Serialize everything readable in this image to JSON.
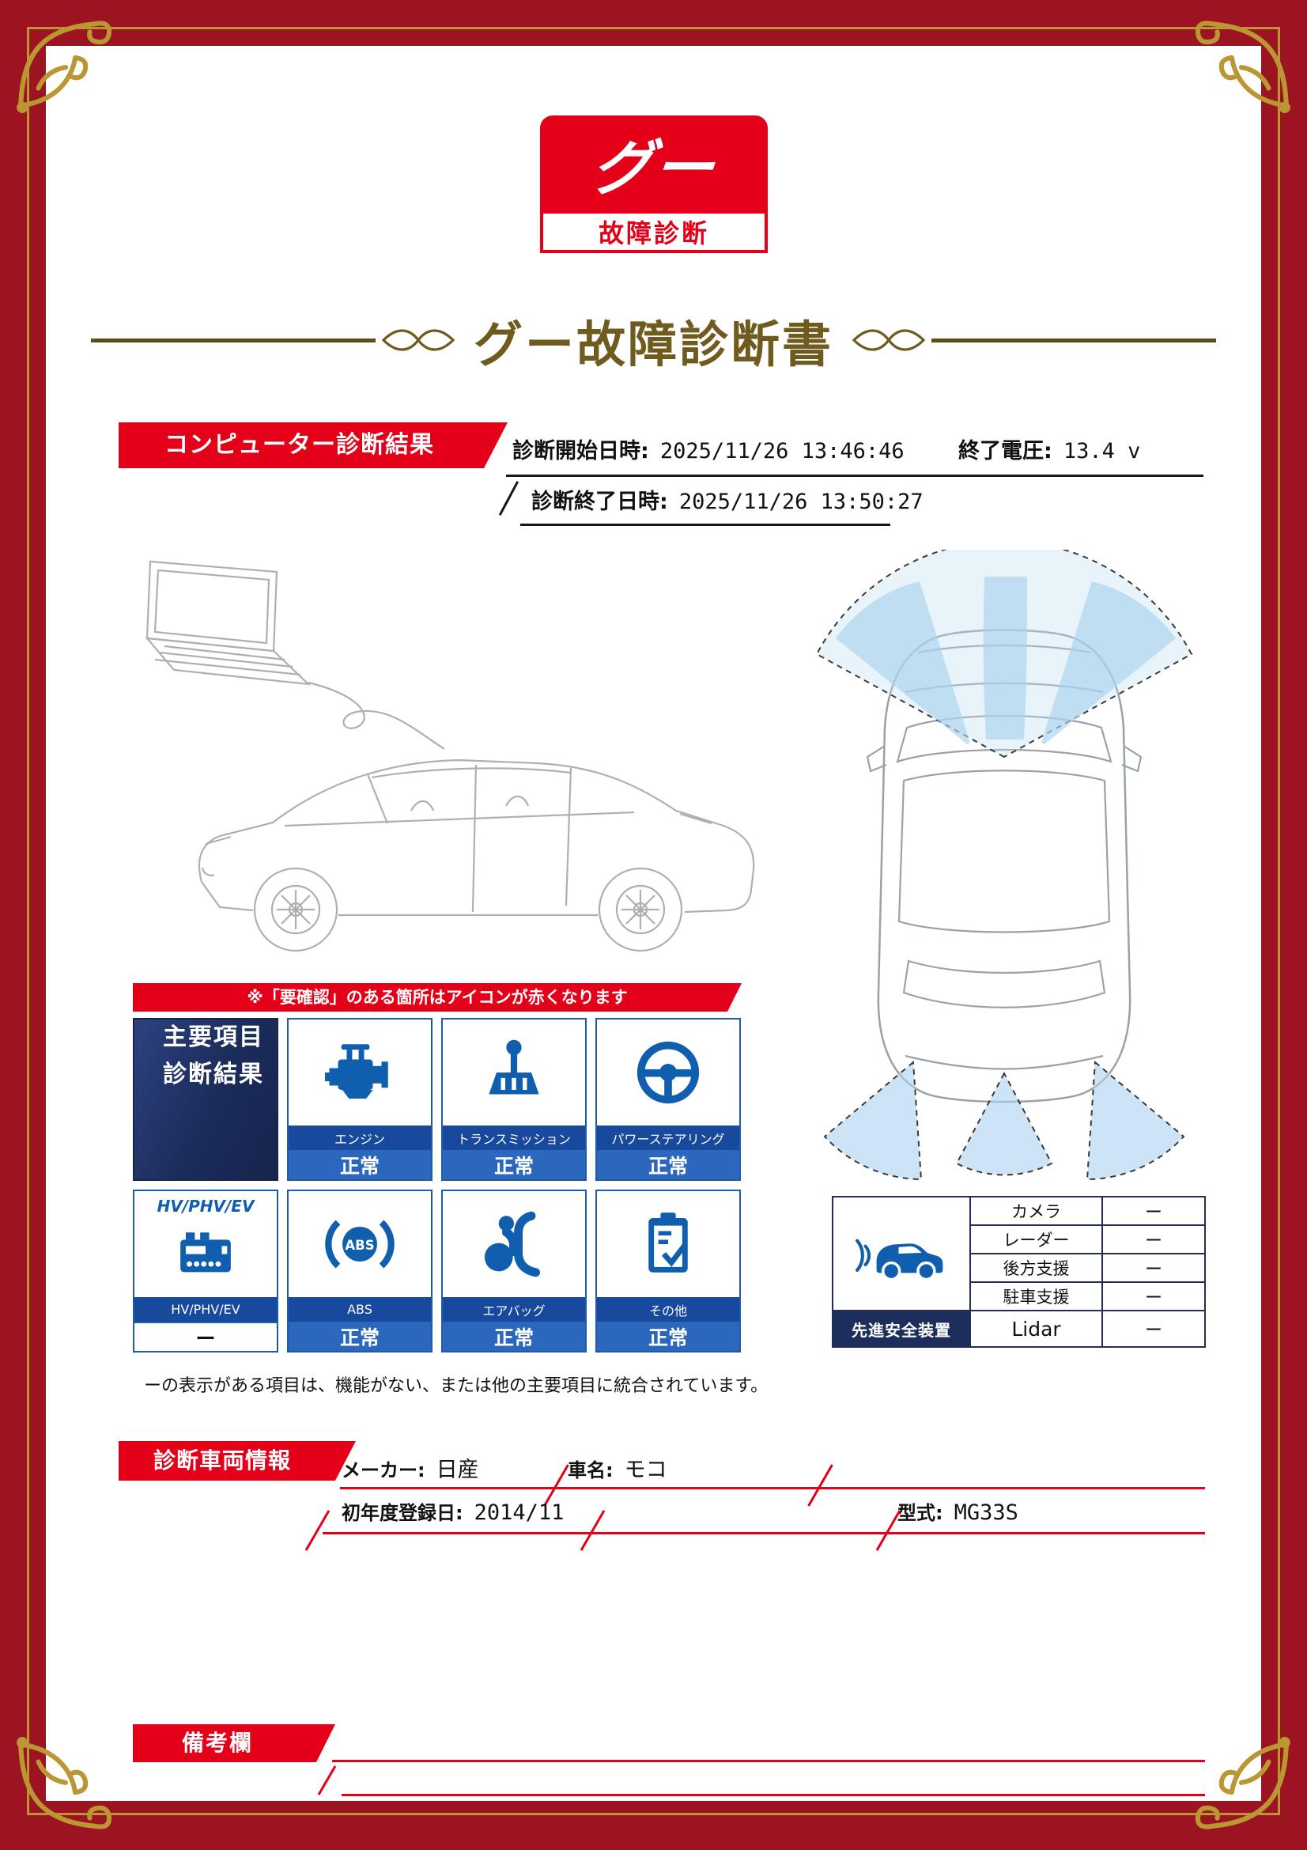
{
  "colors": {
    "frame_red": "#9c1421",
    "accent_red": "#e50019",
    "gold": "#bb9733",
    "title_brown": "#6e5b1d",
    "icon_blue": "#0f5fae",
    "navy": "#1c2e5c"
  },
  "logo": {
    "brand": "グー",
    "subtitle": "故障診断"
  },
  "title": "グー故障診断書",
  "computer_diagnosis": {
    "header": "コンピューター診断結果",
    "start_label": "診断開始日時:",
    "start_value": "2025/11/26 13:46:46",
    "voltage_label": "終了電圧:",
    "voltage_value": "13.4 v",
    "end_label": "診断終了日時:",
    "end_value": "2025/11/26 13:50:27"
  },
  "warning_stripe": "※「要確認」のある箇所はアイコンが赤くなります",
  "main_results": {
    "panel_line1": "主要項目",
    "panel_line2": "診断結果",
    "items": [
      {
        "label": "エンジン",
        "status": "正常"
      },
      {
        "label": "トランスミッション",
        "status": "正常"
      },
      {
        "label": "パワーステアリング",
        "status": "正常"
      },
      {
        "label": "HV/PHV/EV",
        "status": "ー"
      },
      {
        "label": "ABS",
        "status": "正常"
      },
      {
        "label": "エアバッグ",
        "status": "正常"
      },
      {
        "label": "その他",
        "status": "正常"
      }
    ],
    "note": "ーの表示がある項目は、機能がない、または他の主要項目に統合されています。"
  },
  "safety_devices": {
    "label": "先進安全装置",
    "rows": [
      {
        "name": "カメラ",
        "value": "ー"
      },
      {
        "name": "レーダー",
        "value": "ー"
      },
      {
        "name": "後方支援",
        "value": "ー"
      },
      {
        "name": "駐車支援",
        "value": "ー"
      },
      {
        "name": "Lidar",
        "value": "ー"
      }
    ]
  },
  "vehicle_info": {
    "header": "診断車両情報",
    "maker_label": "メーカー:",
    "maker_value": "日産",
    "car_name_label": "車名:",
    "car_name_value": "モコ",
    "registration_label": "初年度登録日:",
    "registration_value": "2014/11",
    "model_label": "型式:",
    "model_value": "MG33S"
  },
  "remarks": {
    "header": "備考欄"
  }
}
